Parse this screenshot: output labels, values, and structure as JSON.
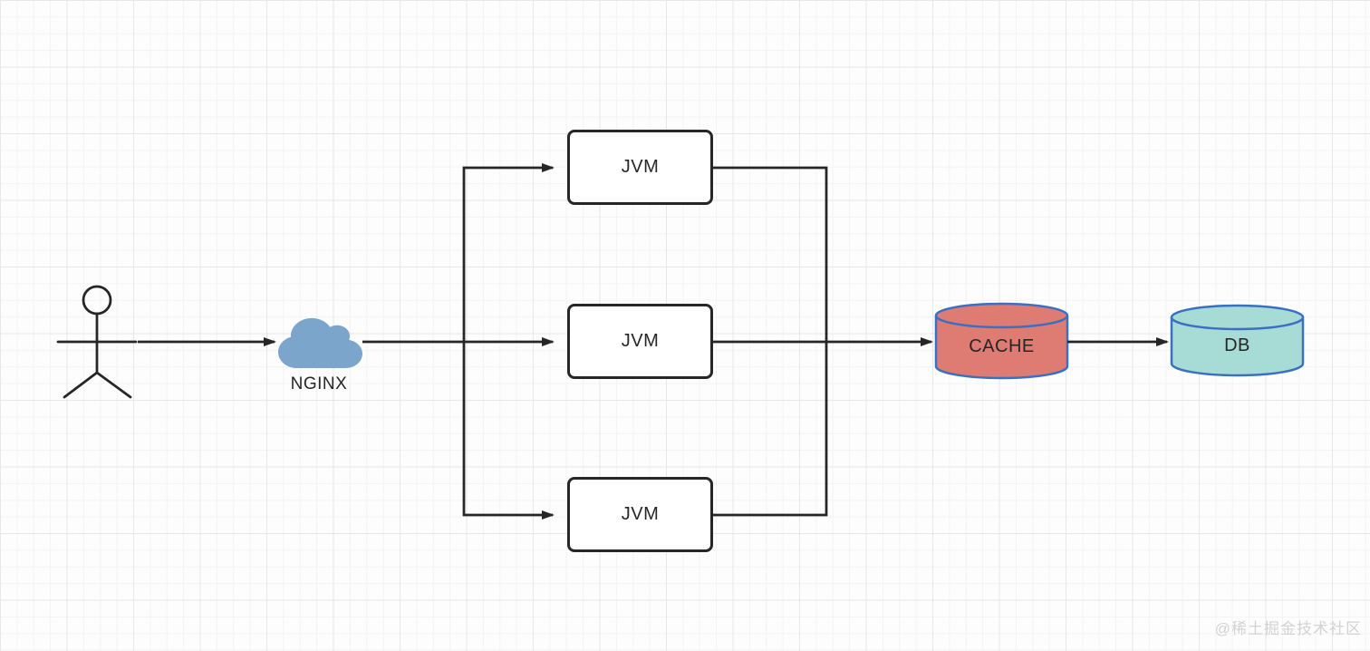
{
  "diagram": {
    "actor": {
      "type": "person"
    },
    "nginx": {
      "label": "NGINX",
      "type": "cloud"
    },
    "jvm_nodes": [
      {
        "label": "JVM"
      },
      {
        "label": "JVM"
      },
      {
        "label": "JVM"
      }
    ],
    "cache": {
      "label": "CACHE",
      "type": "cylinder"
    },
    "db": {
      "label": "DB",
      "type": "cylinder"
    },
    "colors": {
      "line": "#262626",
      "nginx_cloud_fill": "#7CA5CB",
      "cache_fill": "#DE7B72",
      "db_fill": "#A7DBD6",
      "cylinder_stroke": "#3B6FC1",
      "label_text": "#262626",
      "watermark_text": "#d3d3d3"
    }
  },
  "watermark": {
    "text": "@稀土掘金技术社区"
  }
}
